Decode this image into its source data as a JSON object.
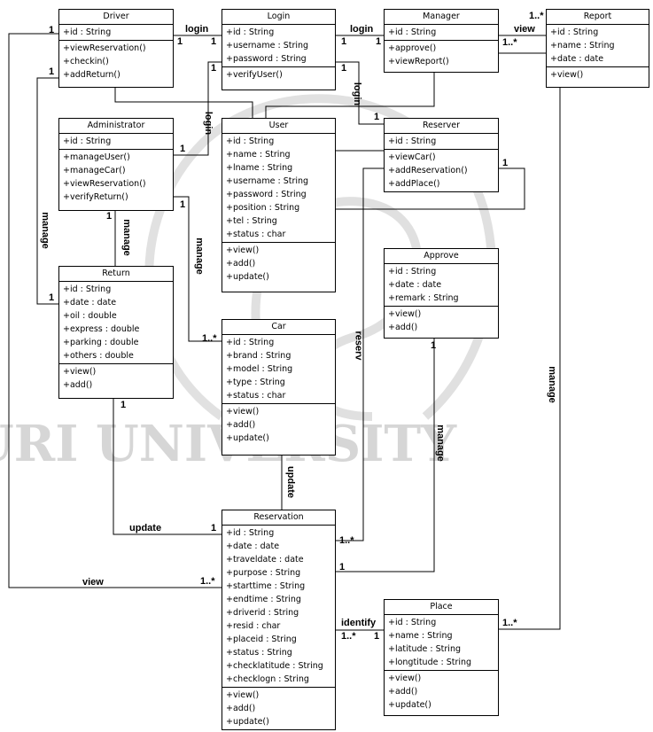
{
  "classes": {
    "driver": {
      "name": "Driver",
      "attributes": [
        "+id : String"
      ],
      "methods": [
        "+viewReservation()",
        "+checkin()",
        "+addReturn()"
      ]
    },
    "login": {
      "name": "Login",
      "attributes": [
        "+id : String",
        "+username : String",
        "+password : String"
      ],
      "methods": [
        "+verifyUser()"
      ]
    },
    "manager": {
      "name": "Manager",
      "attributes": [
        "+id : String"
      ],
      "methods": [
        "+approve()",
        "+viewReport()"
      ]
    },
    "report": {
      "name": "Report",
      "attributes": [
        "+id : String",
        "+name : String",
        "+date : date"
      ],
      "methods": [
        "+view()"
      ]
    },
    "administrator": {
      "name": "Administrator",
      "attributes": [
        "+id : String"
      ],
      "methods": [
        "+manageUser()",
        "+manageCar()",
        "+viewReservation()",
        "+verifyReturn()"
      ]
    },
    "user": {
      "name": "User",
      "attributes": [
        "+id : String",
        "+name : String",
        "+lname : String",
        "+username : String",
        "+password : String",
        "+position : String",
        "+tel : String",
        "+status : char"
      ],
      "methods": [
        "+view()",
        "+add()",
        "+update()"
      ]
    },
    "reserver": {
      "name": "Reserver",
      "attributes": [
        "+id : String"
      ],
      "methods": [
        "+viewCar()",
        "+addReservation()",
        "+addPlace()"
      ]
    },
    "approve": {
      "name": "Approve",
      "attributes": [
        "+id : String",
        "+date : date",
        "+remark : String"
      ],
      "methods": [
        "+view()",
        "+add()"
      ]
    },
    "return": {
      "name": "Return",
      "attributes": [
        "+id : String",
        "+date : date",
        "+oil : double",
        "+express : double",
        "+parking : double",
        "+others : double"
      ],
      "methods": [
        "+view()",
        "+add()"
      ]
    },
    "car": {
      "name": "Car",
      "attributes": [
        "+id : String",
        "+brand : String",
        "+model : String",
        "+type : String",
        "+status : char"
      ],
      "methods": [
        "+view()",
        "+add()",
        "+update()"
      ]
    },
    "reservation": {
      "name": "Reservation",
      "attributes": [
        "+id : String",
        "+date : date",
        "+traveldate : date",
        "+purpose : String",
        "+starttime : String",
        "+endtime : String",
        "+driverid : String",
        "+resid : char",
        "+placeid : String",
        "+status : String",
        "+checklatitude : String",
        "+checklogn : String"
      ],
      "methods": [
        "+view()",
        "+add()",
        "+update()"
      ]
    },
    "place": {
      "name": "Place",
      "attributes": [
        "+id : String",
        "+name : String",
        "+latitude : String",
        "+longtitude : String"
      ],
      "methods": [
        "+view()",
        "+add()",
        "+update()"
      ]
    }
  },
  "associations": {
    "login": "login",
    "view": "view",
    "manage": "manage",
    "update": "update",
    "reserv": "reserv",
    "identify": "identify"
  },
  "multiplicities": {
    "one": "1",
    "many": "1..*"
  },
  "watermark": {
    "text": "THONBURI UNIVERSITY"
  },
  "colors": {
    "line": "#000000",
    "watermark": "#d8d8d8"
  }
}
